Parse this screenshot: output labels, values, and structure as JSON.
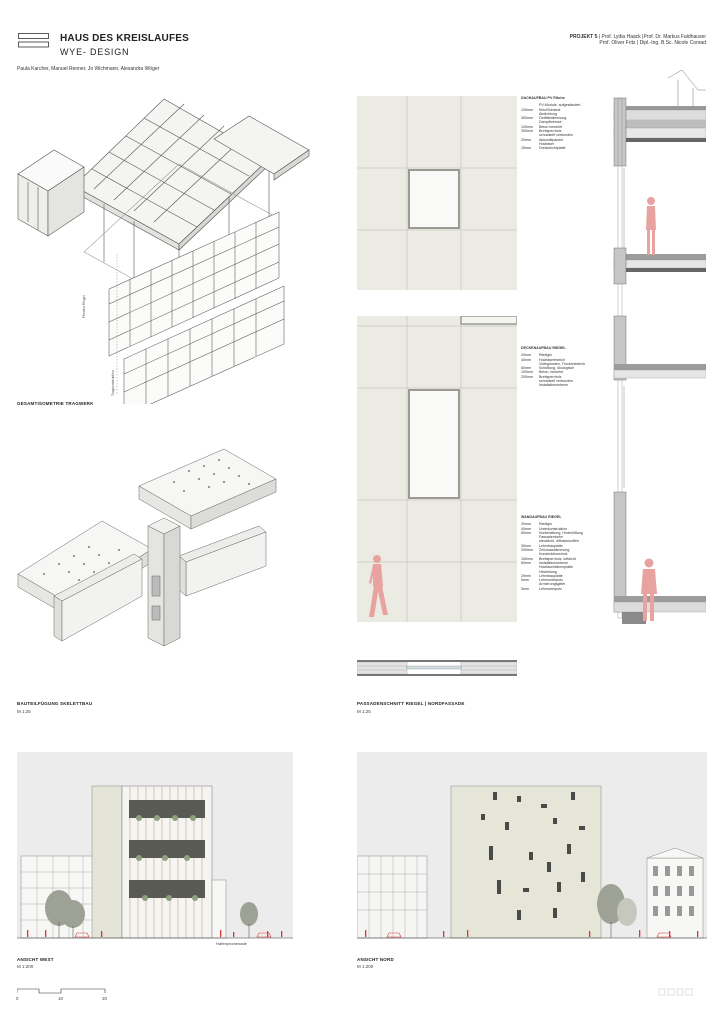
{
  "header": {
    "title": "HAUS DES KREISLAUFES",
    "subtitle": "WYE- DESIGN",
    "authors": "Paula Karcher, Manuel Renner, Jo Wichmann, Alexandra Wöger",
    "project_line1_bold": "PROJEKT 5",
    "project_line1": " | Prof. Lydia Haack |Prof. Dr. Markus Faldhauser",
    "project_line2": "Prof. Oliver Fritz | Dipl.-Ing. B.Sc. Nicole Conrad"
  },
  "captions": {
    "isometric": "GESAMTISOMETRIE TRAGWERK",
    "joint": "BAUTEILFÜGUNG SKELETTBAU",
    "joint_scale": "M 1:25",
    "section": "PASSADENSCHNITT RIEGEL | NORDFASSADE",
    "section_scale": "M 1:25",
    "west": "ANSICHT WEST",
    "west_scale": "M 1:200",
    "north": "ANSICHT NORD",
    "north_scale": "M 1:200",
    "promenade": "Hafenpromenade",
    "iso_label_a": "Pfosten Riegel",
    "iso_label_b": "Tragkonstruktion"
  },
  "layers": {
    "roof": {
      "heading": "DACHAUFBAU PV Fläche",
      "rows": [
        {
          "t": "",
          "d": "PV-Module, aufgeständert"
        },
        {
          "t": "100mm",
          "d": "Kies/Substrat"
        },
        {
          "t": "",
          "d": "Abdichtung"
        },
        {
          "t": "300mm",
          "d": "Gefälledämmung"
        },
        {
          "t": "",
          "d": "Dampfbremse"
        },
        {
          "t": "100mm",
          "d": "Beton bewehrt"
        },
        {
          "t": "300mm",
          "d": "Brettsperrholz"
        },
        {
          "t": "",
          "d": "schubsteif verbunden"
        },
        {
          "t": "20mm",
          "d": "Akkustikpaneel"
        },
        {
          "t": "",
          "d": "Holzfaser"
        },
        {
          "t": "15mm",
          "d": "Dreischichtplatte"
        }
      ]
    },
    "ceiling": {
      "heading": "DECKENAUFBAU RIEGEL",
      "rows": [
        {
          "t": "20mm",
          "d": "Riedigin"
        },
        {
          "t": "40mm",
          "d": "Holzfaserestrich"
        },
        {
          "t": "",
          "d": "Voltegünsten, Trockenestrich"
        },
        {
          "t": "60mm",
          "d": "Schüttung, ökologisch"
        },
        {
          "t": "100mm",
          "d": "Beton, bewehrt"
        },
        {
          "t": "200mm",
          "d": "Brettsperrholz"
        },
        {
          "t": "",
          "d": "schubsteif verbunden"
        },
        {
          "t": "",
          "d": "Installationsebene"
        }
      ]
    },
    "wall": {
      "heading": "WANDAUFBAU RIEGEL",
      "rows": [
        {
          "t": "20mm",
          "d": "Riedigin"
        },
        {
          "t": "40mm",
          "d": "Unterkonstruktion"
        },
        {
          "t": "60mm",
          "d": "Konterlattung, Hinterlüftung"
        },
        {
          "t": "",
          "d": "Fassadenbahn"
        },
        {
          "t": "",
          "d": "winddicht, diffusionsoffen"
        },
        {
          "t": "30mm",
          "d": "Lehmbauplatte"
        },
        {
          "t": "200mm",
          "d": "Zellulosedämmung"
        },
        {
          "t": "",
          "d": "Konstruktionsholz"
        },
        {
          "t": "150mm",
          "d": "Brettsperrholz, luftdicht"
        },
        {
          "t": "60mm",
          "d": "Installationsebene"
        },
        {
          "t": "",
          "d": "Holzfaserdämmplatte"
        },
        {
          "t": "",
          "d": "Heizleitung"
        },
        {
          "t": "20mm",
          "d": "Lehmbauplatte"
        },
        {
          "t": "5mm",
          "d": "Lehmunterputz"
        },
        {
          "t": "",
          "d": "Armierungsgitter"
        },
        {
          "t": "3mm",
          "d": "Lehmoberputz"
        }
      ]
    }
  },
  "scalebar": {
    "labels": [
      "0",
      "10",
      "20"
    ]
  },
  "colors": {
    "figure": "#e8a2a0",
    "facade": "#ebebe3",
    "joint_line": "#b5b5ad",
    "tree": "#a0a49a",
    "sky": "#ececec",
    "accent_red": "#d33"
  }
}
